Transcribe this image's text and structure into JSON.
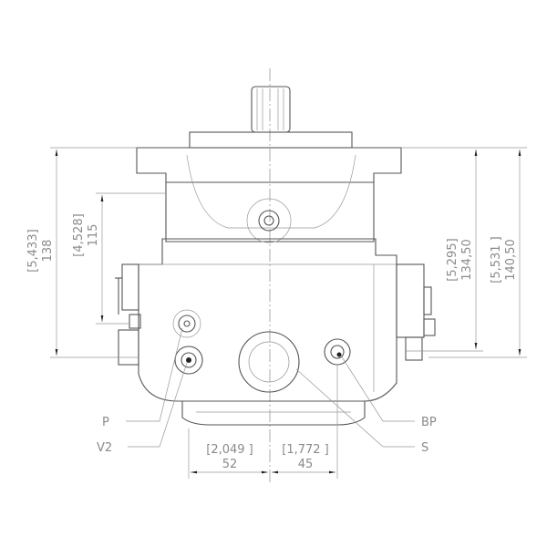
{
  "dimensions": {
    "left_outer": {
      "inch": "[5,433]",
      "mm": "138"
    },
    "left_inner": {
      "inch": "[4,528]",
      "mm": "115"
    },
    "right_inner": {
      "inch": "[5,295]",
      "mm": "134,50"
    },
    "right_outer": {
      "inch": "[5,531 ]",
      "mm": "140,50"
    },
    "bottom_left": {
      "inch": "[2,049 ]",
      "mm": "52"
    },
    "bottom_right": {
      "inch": "[1,772 ]",
      "mm": "45"
    }
  },
  "ports": {
    "p": "P",
    "v2": "V2",
    "bp": "BP",
    "s": "S"
  }
}
